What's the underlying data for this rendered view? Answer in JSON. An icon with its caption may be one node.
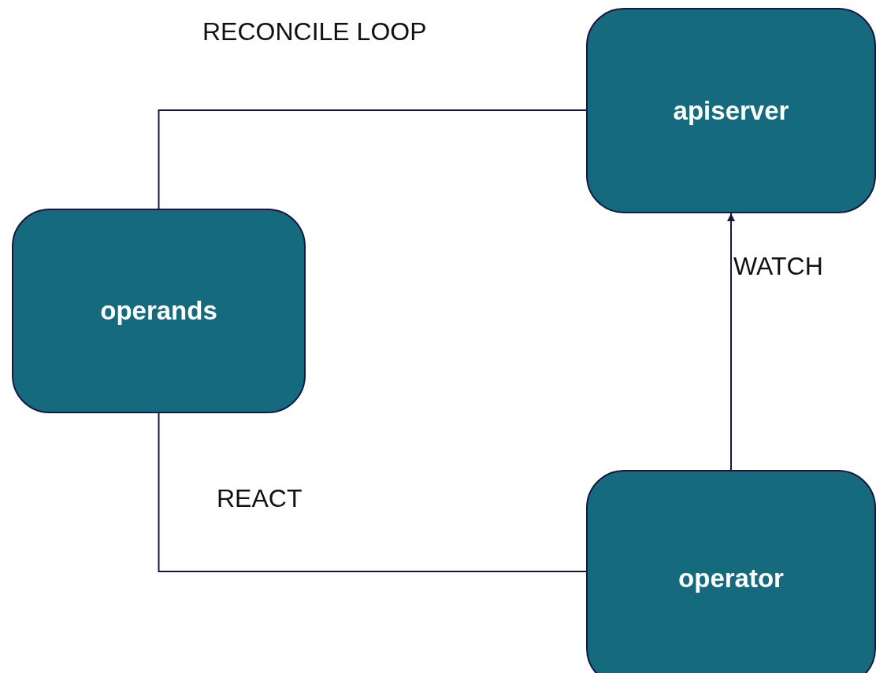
{
  "diagram": {
    "nodes": [
      {
        "text": [
          "apiserver"
        ]
      },
      {
        "text": [
          "operands"
        ]
      },
      {
        "text": [
          "operator"
        ]
      }
    ],
    "edges": [
      {
        "from": 1,
        "to": 0,
        "arrow": "none"
      },
      {
        "from": 2,
        "to": 0,
        "arrow": "to",
        "label": "WATCH"
      },
      {
        "from": 1,
        "to": 2,
        "arrow": "none"
      }
    ],
    "labels": [
      "RECONCILE LOOP",
      "REACT"
    ]
  }
}
